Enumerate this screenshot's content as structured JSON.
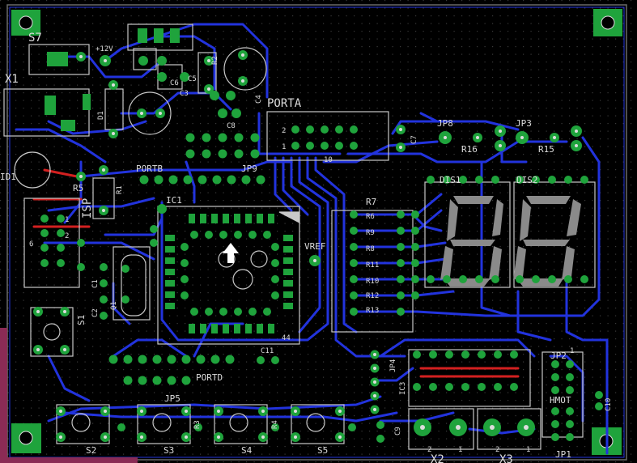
{
  "colors": {
    "background": "#000000",
    "grid_dot": "#3a3a3a",
    "trace_bottom": "#2233dd",
    "trace_top": "#d32020",
    "silkscreen": "#c8c8c8",
    "pad": "#1fa33c",
    "hole": "#dddddd",
    "board_edge": "#6a6a6a",
    "dimension": "#8a2b55"
  },
  "labels": {
    "s7": "S7",
    "v12": "+12V",
    "x1": "X1",
    "r2": "R2",
    "c4": "C4",
    "c5": "C5",
    "c3": "C3",
    "d1": "D1",
    "c6": "C6",
    "c8": "C8",
    "porta": "PORTA",
    "porta_2": "2",
    "porta_1": "1",
    "porta_10": "10",
    "c7": "C7",
    "jp8": "JP8",
    "jp3": "JP3",
    "r16": "R16",
    "r15": "R15",
    "id1": "ID1",
    "r5": "R5",
    "r1": "R1",
    "portb": "PORTB",
    "jp9": "JP9",
    "ic1": "IC1",
    "isp": "ISP",
    "isp_1": "1",
    "isp_2": "2",
    "isp_6": "6",
    "r7": "R7",
    "r6": "R6",
    "r9": "R9",
    "r8": "R8",
    "r11": "R11",
    "r10": "R10",
    "r12": "R12",
    "r13": "R13",
    "vref": "VREF",
    "dis1": "DIS1",
    "dis2": "DIS2",
    "ic1_pin44": "44",
    "s1": "S1",
    "c1": "C1",
    "c2": "C2",
    "q1": "Q1",
    "c11": "C11",
    "portd": "PORTD",
    "jp4": "JP4",
    "ic3": "IC3",
    "jp2": "JP2",
    "jp2_1": "1",
    "hmot": "HMOT",
    "jp1": "JP1",
    "c10": "C10",
    "jp5": "JP5",
    "s2": "S2",
    "s3": "S3",
    "s4": "S4",
    "s5": "S5",
    "r3": "R3",
    "r4": "R4",
    "c9": "C9",
    "x2": "X2",
    "x3": "X3",
    "x2_2": "2",
    "x2_1": "1",
    "x3_2": "2",
    "x3_1": "1"
  }
}
